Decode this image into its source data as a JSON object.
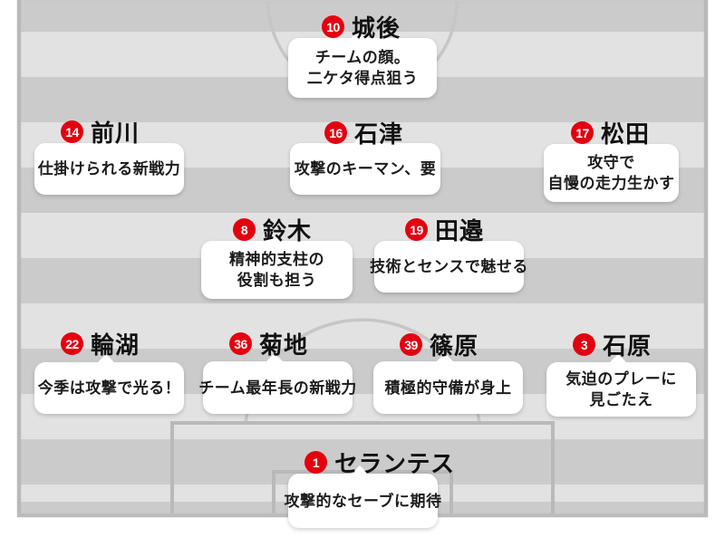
{
  "title": "starting-lineup-formation",
  "colors": {
    "badge_red": "#e3000f",
    "pitch_dark": "#cbcbcb",
    "pitch_light": "#e2e2e2",
    "pitch_line": "#b9b9b9",
    "pitch_arc_line": "#c6c6c6"
  },
  "players": [
    {
      "number": "10",
      "name": "城後",
      "position_row": "forward",
      "comment": [
        "チームの顔。",
        "二ケタ得点狙う"
      ]
    },
    {
      "number": "14",
      "name": "前川",
      "position_row": "midfield",
      "comment": [
        "仕掛けられる新戦力"
      ]
    },
    {
      "number": "16",
      "name": "石津",
      "position_row": "midfield",
      "comment": [
        "攻撃のキーマン、要"
      ]
    },
    {
      "number": "17",
      "name": "松田",
      "position_row": "midfield",
      "comment": [
        "攻守で",
        "自慢の走力生かす"
      ]
    },
    {
      "number": "8",
      "name": "鈴木",
      "position_row": "center-mid",
      "comment": [
        "精神的支柱の",
        "役割も担う"
      ]
    },
    {
      "number": "19",
      "name": "田邉",
      "position_row": "center-mid",
      "comment": [
        "技術とセンスで魅せる"
      ]
    },
    {
      "number": "22",
      "name": "輪湖",
      "position_row": "defense",
      "comment": [
        "今季は攻撃で光る！"
      ]
    },
    {
      "number": "36",
      "name": "菊地",
      "position_row": "defense",
      "comment": [
        "チーム最年長の新戦力"
      ]
    },
    {
      "number": "39",
      "name": "篠原",
      "position_row": "defense",
      "comment": [
        "積極的守備が身上"
      ]
    },
    {
      "number": "3",
      "name": "石原",
      "position_row": "defense",
      "comment": [
        "気迫のプレーに",
        "見ごたえ"
      ]
    },
    {
      "number": "1",
      "name": "セランテス",
      "position_row": "goalkeeper",
      "comment": [
        "攻撃的なセーブに期待"
      ]
    }
  ]
}
